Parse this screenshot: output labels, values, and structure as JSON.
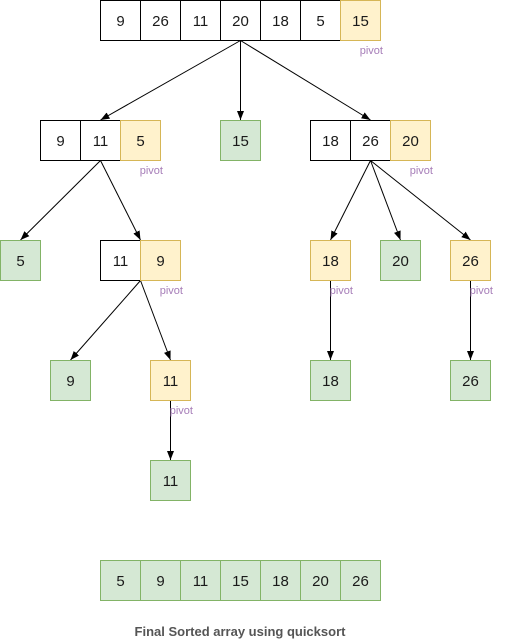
{
  "colors": {
    "normal_fill": "#ffffff",
    "normal_stroke": "#000000",
    "pivot_fill": "#fff2cc",
    "pivot_stroke": "#d6b656",
    "sorted_fill": "#d5e8d4",
    "sorted_stroke": "#82b366",
    "pivot_label": "#a67db8",
    "edge": "#000000"
  },
  "pivot_label": "pivot",
  "caption": "Final Sorted array using quicksort",
  "nodes": [
    {
      "id": "root",
      "cells": [
        "9",
        "26",
        "11",
        "20",
        "18",
        "5",
        "15"
      ],
      "pivot_index": 6,
      "sorted": false
    },
    {
      "id": "left",
      "cells": [
        "9",
        "11",
        "5"
      ],
      "pivot_index": 2,
      "sorted": false
    },
    {
      "id": "mid15",
      "cells": [
        "15"
      ],
      "pivot_index": -1,
      "sorted": true
    },
    {
      "id": "right",
      "cells": [
        "18",
        "26",
        "20"
      ],
      "pivot_index": 2,
      "sorted": false
    },
    {
      "id": "l5",
      "cells": [
        "5"
      ],
      "pivot_index": -1,
      "sorted": true
    },
    {
      "id": "l119",
      "cells": [
        "11",
        "9"
      ],
      "pivot_index": 1,
      "sorted": false
    },
    {
      "id": "r18p",
      "cells": [
        "18"
      ],
      "pivot_index": 0,
      "sorted": false
    },
    {
      "id": "r20",
      "cells": [
        "20"
      ],
      "pivot_index": -1,
      "sorted": true
    },
    {
      "id": "r26p",
      "cells": [
        "26"
      ],
      "pivot_index": 0,
      "sorted": false
    },
    {
      "id": "l9",
      "cells": [
        "9"
      ],
      "pivot_index": -1,
      "sorted": true
    },
    {
      "id": "l11p",
      "cells": [
        "11"
      ],
      "pivot_index": 0,
      "sorted": false
    },
    {
      "id": "r18",
      "cells": [
        "18"
      ],
      "pivot_index": -1,
      "sorted": true
    },
    {
      "id": "r26",
      "cells": [
        "26"
      ],
      "pivot_index": -1,
      "sorted": true
    },
    {
      "id": "l11",
      "cells": [
        "11"
      ],
      "pivot_index": -1,
      "sorted": true
    },
    {
      "id": "final",
      "cells": [
        "5",
        "9",
        "11",
        "15",
        "18",
        "20",
        "26"
      ],
      "pivot_index": -1,
      "sorted": true
    }
  ],
  "edges": [
    [
      "root",
      "left"
    ],
    [
      "root",
      "mid15"
    ],
    [
      "root",
      "right"
    ],
    [
      "left",
      "l5"
    ],
    [
      "left",
      "l119"
    ],
    [
      "right",
      "r18p"
    ],
    [
      "right",
      "r20"
    ],
    [
      "right",
      "r26p"
    ],
    [
      "l119",
      "l9"
    ],
    [
      "l119",
      "l11p"
    ],
    [
      "r18p",
      "r18"
    ],
    [
      "r26p",
      "r26"
    ],
    [
      "l11p",
      "l11"
    ]
  ]
}
